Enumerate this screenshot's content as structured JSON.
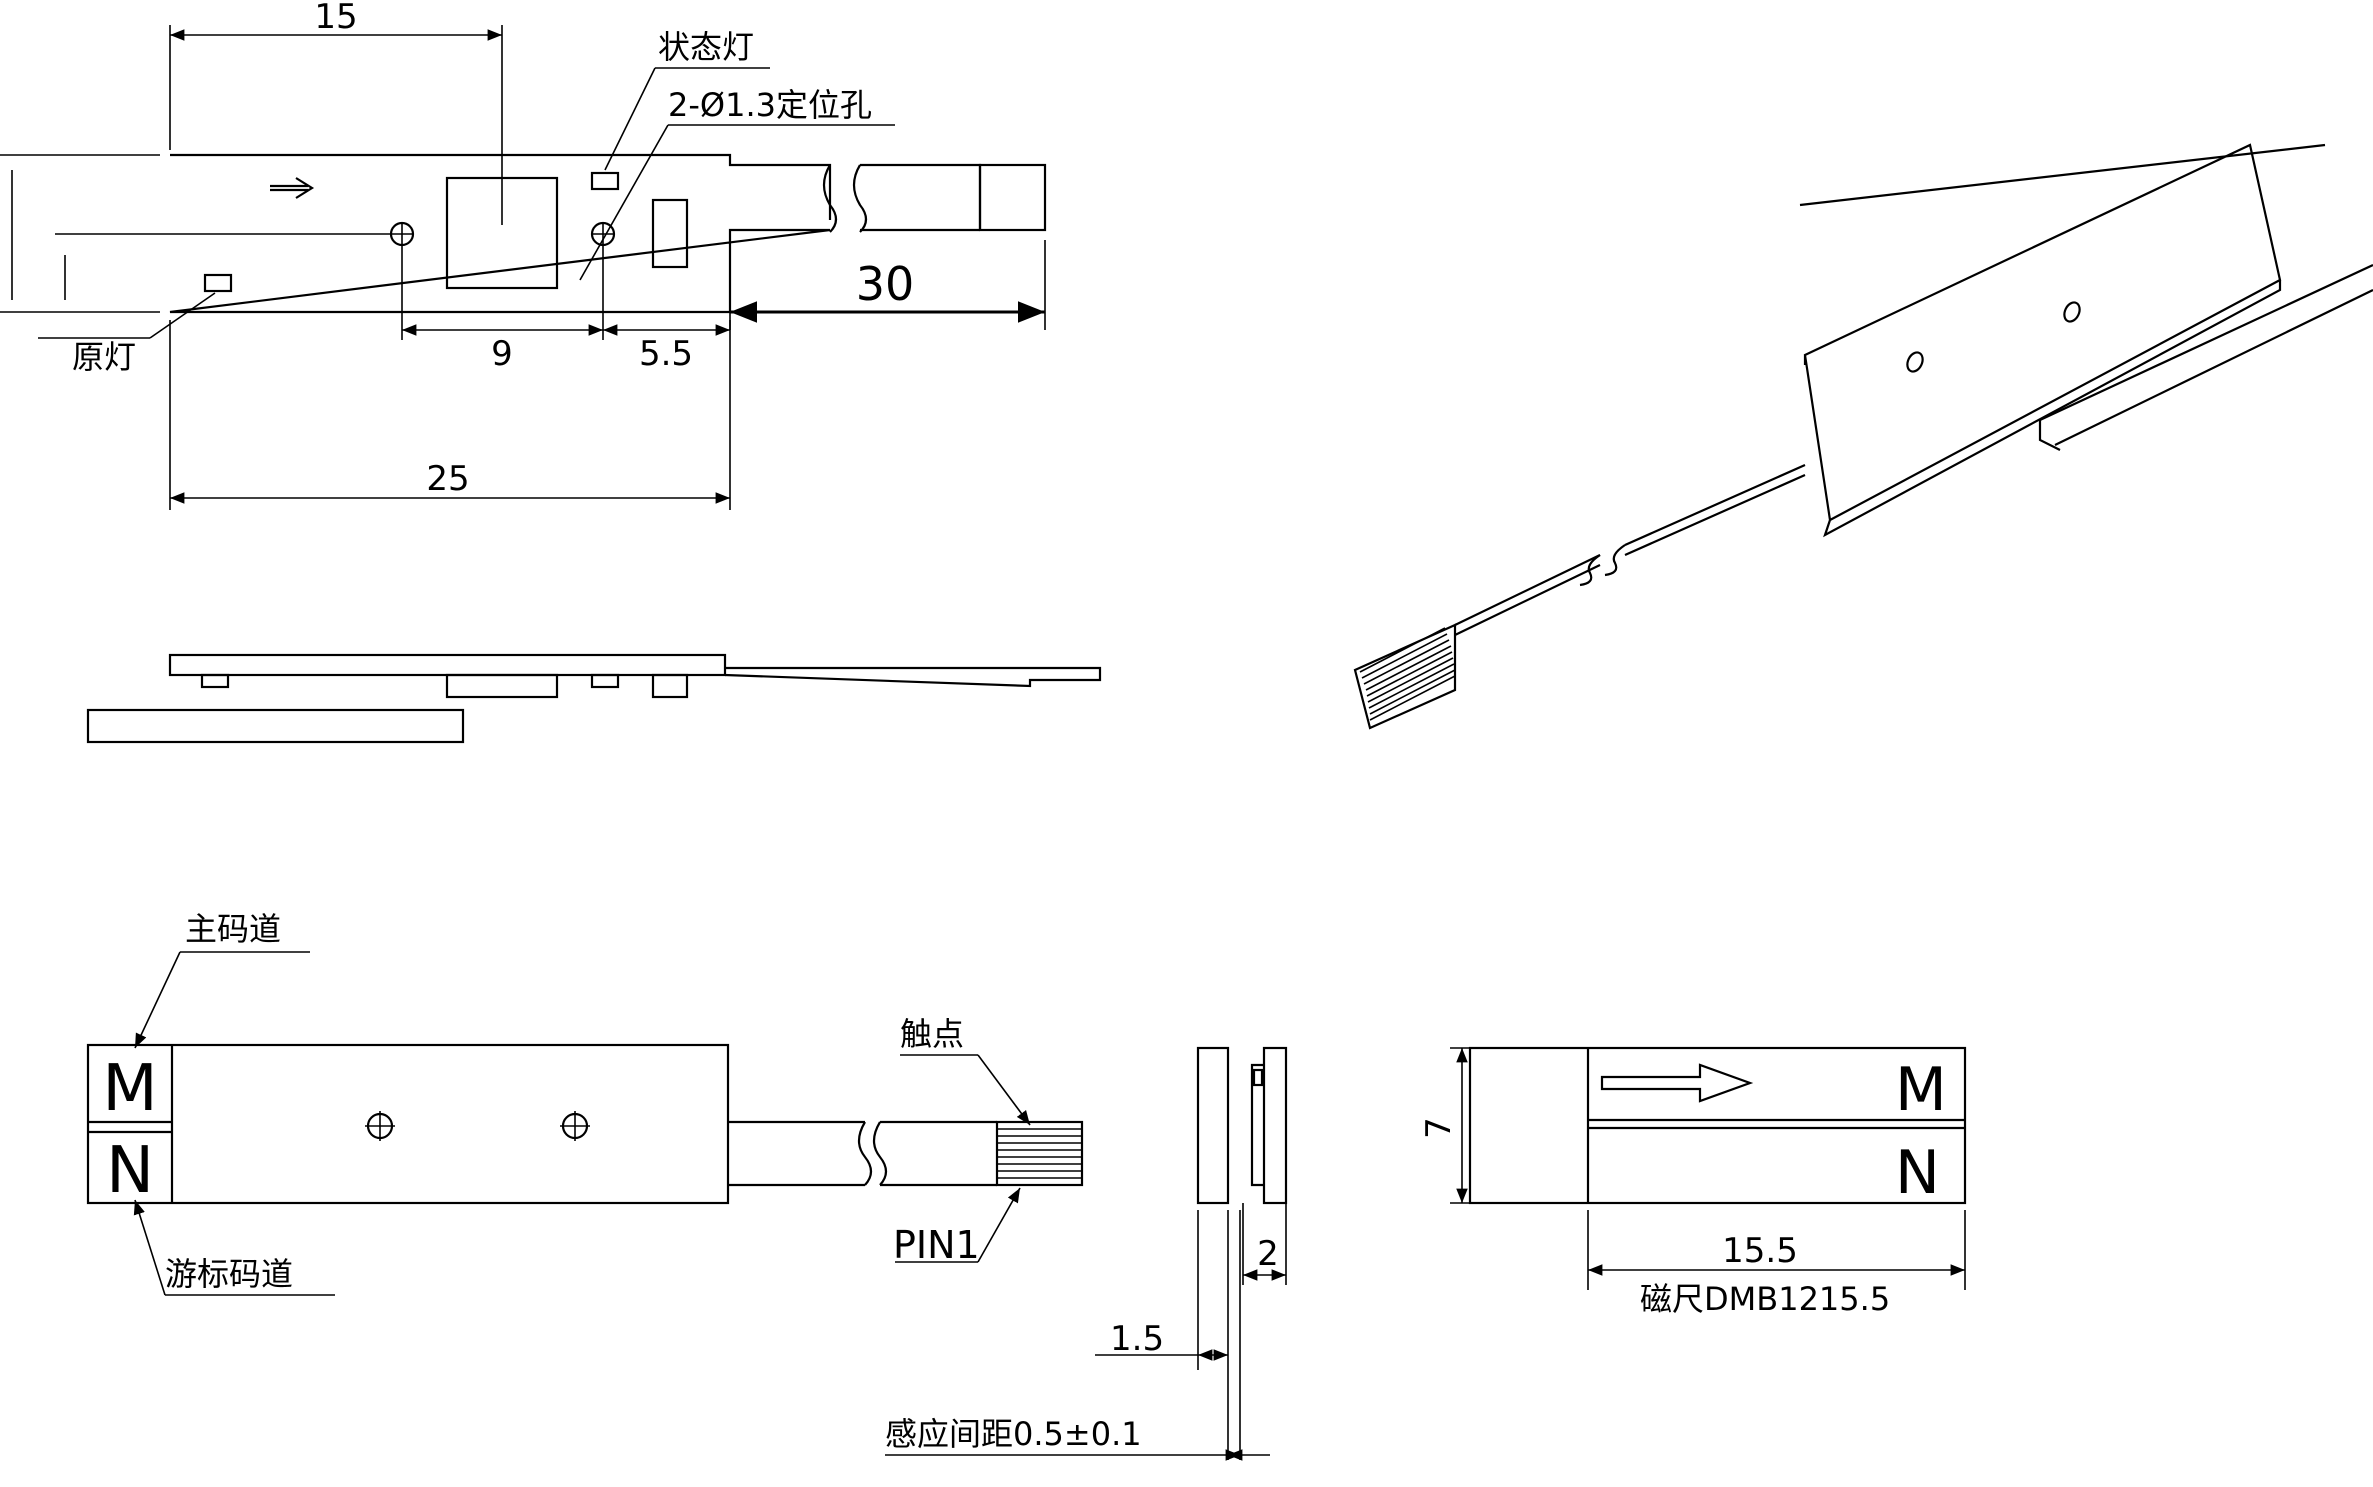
{
  "labels": {
    "status_led": "状态灯",
    "locating_holes": "2-Ø1.3定位孔",
    "power_led": "原灯",
    "main_track": "主码道",
    "vernier_track": "游标码道",
    "contacts": "触点",
    "pin1": "PIN1",
    "scale_model": "磁尺DMB1215.5",
    "sensing_gap": "感应间距0.5±0.1",
    "track_m": "M",
    "track_n": "N",
    "scale_m": "M",
    "scale_n": "N"
  },
  "dimensions": {
    "width_15": "15",
    "cable_30": "30",
    "hole_pitch_9": "9",
    "offset_5_5": "5.5",
    "length_25": "25",
    "thickness_2": "2",
    "thickness_1_5": "1.5",
    "height_7": "7",
    "scale_15_5": "15.5"
  }
}
